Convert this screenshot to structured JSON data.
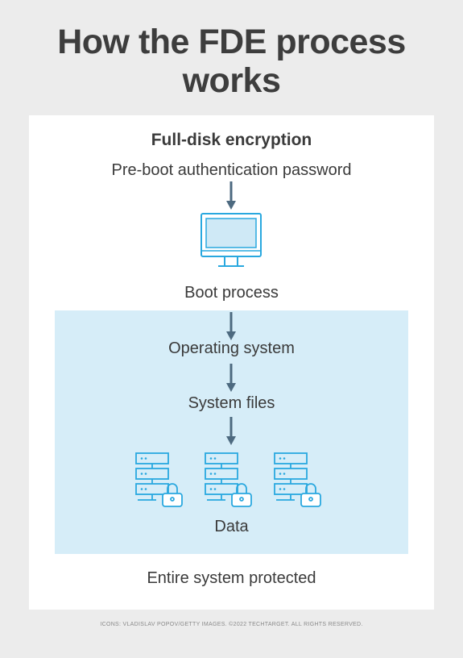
{
  "title_line1": "How the FDE process",
  "title_line2": "works",
  "subtitle": "Full-disk encryption",
  "steps": {
    "preboot": "Pre-boot authentication password",
    "boot": "Boot process",
    "os": "Operating system",
    "system_files": "System files",
    "data": "Data",
    "protected": "Entire system protected"
  },
  "footer": "ICONS: VLADISLAV POPOV/GETTY IMAGES. ©2022 TECHTARGET. ALL RIGHTS RESERVED.",
  "colors": {
    "background": "#ececec",
    "card": "#ffffff",
    "panel": "#d6edf8",
    "icon_stroke": "#29a8df",
    "arrow": "#4d6a80"
  },
  "icons": [
    "monitor-icon",
    "server-lock-icon"
  ]
}
